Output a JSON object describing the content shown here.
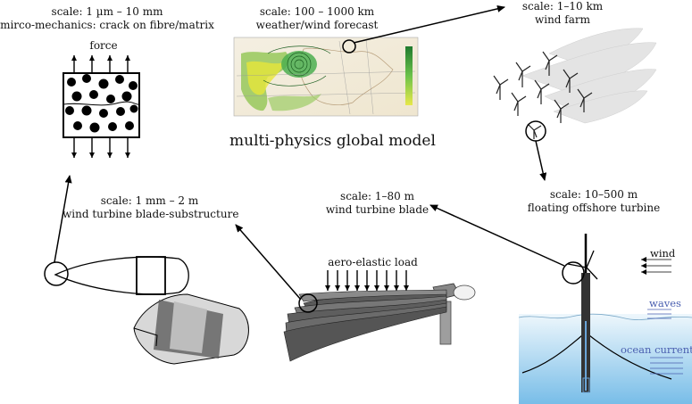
{
  "labels": {
    "micro_scale": "scale: 1 µm – 10 mm",
    "micro_desc": "mirco-mechanics: crack on fibre/matrix",
    "force": "force",
    "weather_scale": "scale: 100 – 1000 km",
    "weather_desc": "weather/wind forecast",
    "global_model": "multi-physics global model",
    "farm_scale": "scale: 1–10 km",
    "farm_desc": "wind farm",
    "floating_scale": "scale: 10–500 m",
    "floating_desc": "floating offshore turbine",
    "blade_scale": "scale: 1–80 m",
    "blade_desc": "wind turbine blade",
    "sub_scale": "scale: 1 mm – 2 m",
    "sub_desc": "wind turbine blade-substructure",
    "aero_load": "aero-elastic load",
    "wind": "wind",
    "waves": "waves",
    "ocean_current": "ocean current"
  },
  "colors": {
    "sea_top": "#e8f4fb",
    "sea_bottom": "#7fc0e8",
    "legend_blue": "#4a5fb0",
    "map_green": "#4caf50",
    "map_yellow": "#e6e600"
  }
}
